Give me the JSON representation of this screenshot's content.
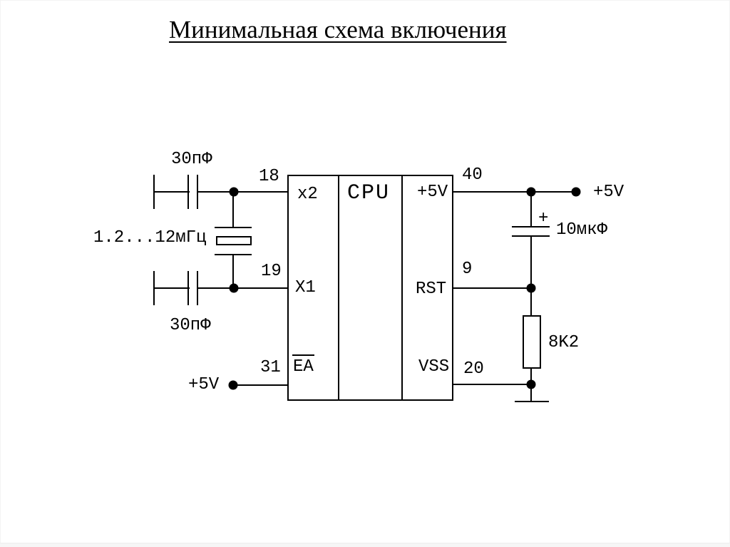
{
  "title": "Минимальная схема включения",
  "cpu": {
    "name": "CPU",
    "left_pins": [
      {
        "number": "18",
        "label": "x2"
      },
      {
        "number": "19",
        "label": "X1"
      },
      {
        "number": "31",
        "label": "EA"
      }
    ],
    "right_pins": [
      {
        "number": "40",
        "label": "+5V"
      },
      {
        "number": "9",
        "label": "RST"
      },
      {
        "number": "20",
        "label": "VSS"
      }
    ]
  },
  "components": {
    "cap_top": "30пФ",
    "cap_bottom": "30пФ",
    "crystal": "1.2...12мГц",
    "electrolytic": "10мкФ",
    "electrolytic_polarity": "+",
    "resistor": "8K2",
    "supply_left": "+5V",
    "supply_right": "+5V"
  },
  "colors": {
    "ink": "#000000",
    "background": "#ffffff",
    "footer": "#f6f6f6"
  }
}
